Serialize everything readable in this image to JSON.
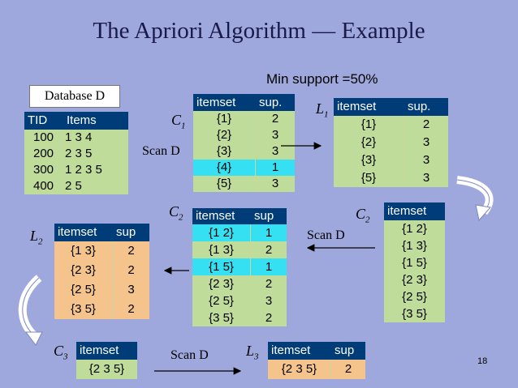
{
  "title": "The Apriori Algorithm — Example",
  "min_support": "Min support =50%",
  "database_label": "Database D",
  "scan_label": "Scan D",
  "page_number": "18",
  "labels": {
    "C1": {
      "base": "C",
      "sub": "1"
    },
    "L1": {
      "base": "L",
      "sub": "1"
    },
    "C2a": {
      "base": "C",
      "sub": "2"
    },
    "C2b": {
      "base": "C",
      "sub": "2"
    },
    "L2": {
      "base": "L",
      "sub": "2"
    },
    "C3": {
      "base": "C",
      "sub": "3"
    },
    "L3": {
      "base": "L",
      "sub": "3"
    }
  },
  "database": {
    "headers": [
      "TID",
      "Items"
    ],
    "rows": [
      [
        "100",
        "1 3 4"
      ],
      [
        "200",
        "2 3 5"
      ],
      [
        "300",
        "1 2 3 5"
      ],
      [
        "400",
        "2 5"
      ]
    ]
  },
  "c1": {
    "headers": [
      "itemset",
      "sup."
    ],
    "rows": [
      [
        "{1}",
        "2"
      ],
      [
        "{2}",
        "3"
      ],
      [
        "{3}",
        "3"
      ],
      [
        "{4}",
        "1"
      ],
      [
        "{5}",
        "3"
      ]
    ]
  },
  "l1": {
    "headers": [
      "itemset",
      "sup."
    ],
    "rows": [
      [
        "{1}",
        "2"
      ],
      [
        "{2}",
        "3"
      ],
      [
        "{3}",
        "3"
      ],
      [
        "{5}",
        "3"
      ]
    ]
  },
  "c2_counted": {
    "headers": [
      "itemset",
      "sup"
    ],
    "rows": [
      [
        "{1 2}",
        "1"
      ],
      [
        "{1 3}",
        "2"
      ],
      [
        "{1 5}",
        "1"
      ],
      [
        "{2 3}",
        "2"
      ],
      [
        "{2 5}",
        "3"
      ],
      [
        "{3 5}",
        "2"
      ]
    ]
  },
  "c2_candidates": {
    "headers": [
      "itemset"
    ],
    "rows": [
      [
        "{1 2}"
      ],
      [
        "{1 3}"
      ],
      [
        "{1 5}"
      ],
      [
        "{2 3}"
      ],
      [
        "{2 5}"
      ],
      [
        "{3 5}"
      ]
    ]
  },
  "l2": {
    "headers": [
      "itemset",
      "sup"
    ],
    "rows": [
      [
        "{1 3}",
        "2"
      ],
      [
        "{2 3}",
        "2"
      ],
      [
        "{2 5}",
        "3"
      ],
      [
        "{3 5}",
        "2"
      ]
    ]
  },
  "c3": {
    "headers": [
      "itemset"
    ],
    "rows": [
      [
        "{2 3 5}"
      ]
    ]
  },
  "l3": {
    "headers": [
      "itemset",
      "sup"
    ],
    "rows": [
      [
        "{2 3 5}",
        "2"
      ]
    ]
  },
  "colors": {
    "background": "#9fa8dc",
    "table_header": "#003c78",
    "green_fill": "#c0dc9a",
    "peach_fill": "#f4c48c",
    "highlight_cyan": "#35e0f2",
    "curved_arrow": "#ffffff"
  },
  "icons": [
    "arrow-right-icon",
    "arrow-left-icon",
    "curved-down-arrow-icon"
  ]
}
